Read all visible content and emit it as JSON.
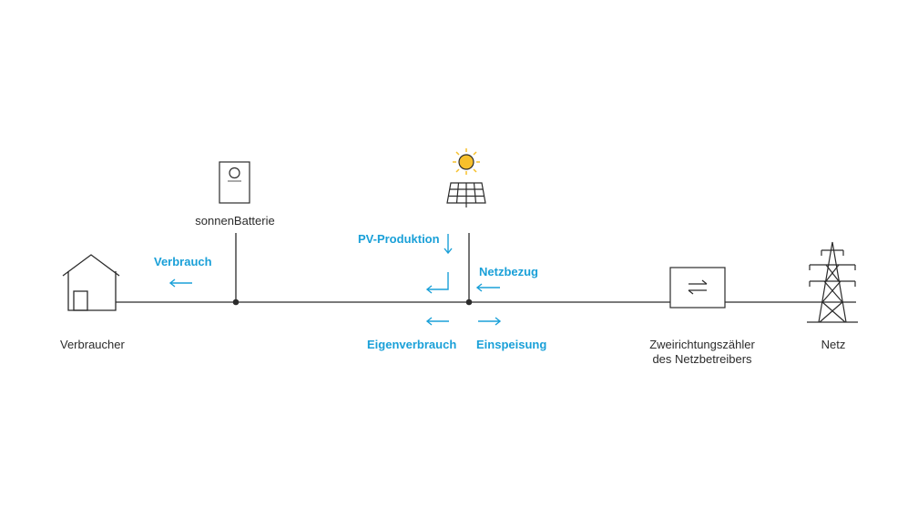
{
  "labels": {
    "consumer": "Verbraucher",
    "battery": "sonnenBatterie",
    "meter_line1": "Zweirichtungszähler",
    "meter_line2": "des Netzbetreibers",
    "grid": "Netz"
  },
  "flows": {
    "verbrauch": "Verbrauch",
    "pv_produktion": "PV-Produktion",
    "netzbezug": "Netzbezug",
    "eigenverbrauch": "Eigenverbrauch",
    "einspeisung": "Einspeisung"
  },
  "colors": {
    "line": "#2b2b2b",
    "accent": "#1aa0d8",
    "sun": "#f7c02c"
  },
  "icons": [
    "house-icon",
    "battery-icon",
    "sun-icon",
    "solar-panel-icon",
    "bidirectional-meter-icon",
    "power-pylon-icon"
  ]
}
